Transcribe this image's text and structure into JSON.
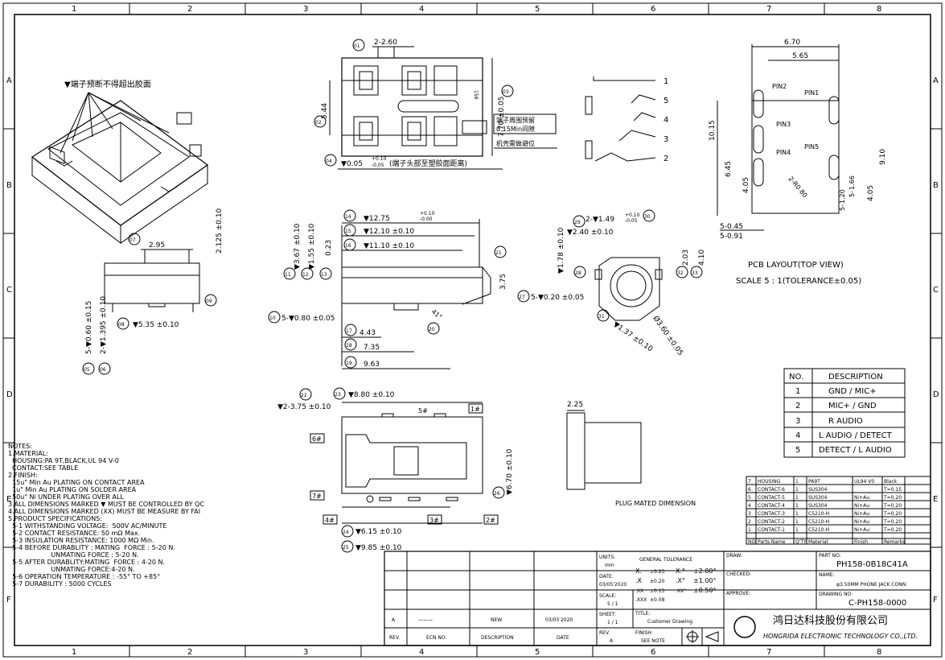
{
  "columns": [
    "1",
    "2",
    "3",
    "4",
    "5",
    "6",
    "7",
    "8"
  ],
  "rows": [
    "A",
    "B",
    "C",
    "D",
    "E",
    "F"
  ],
  "iso_note": "▼端子预断不得超出胶面",
  "top_view": {
    "dim_01": "2-2.60",
    "dim_02": "5.44",
    "dim_03": "7.70 ±0.05",
    "dim_04_prefix": "▼0.05",
    "dim_04_tol_plus": "+0.10",
    "dim_04_tol_minus": "-0.05",
    "dim_04_note": "(端子头部至塑胶面距离)",
    "note_gap_1": "端子周围预留",
    "note_gap_2": "0.15Min间隙",
    "note_shell": "机壳需做避位",
    "mark": "158",
    "b01": "01",
    "b02": "02",
    "b03": "03",
    "b04": "04"
  },
  "schematic": {
    "pins": [
      "1",
      "5",
      "4",
      "3",
      "2"
    ]
  },
  "pcb_layout": {
    "w1": "6.70",
    "w2": "5.65",
    "h1": "10.15",
    "h2": "6.45",
    "h3": "4.05",
    "r_h1": "9.10",
    "r_h2": "4.05",
    "r_h3": "1.66",
    "r_h4": "1.20",
    "r_h4_prefix": "5-",
    "r_h3_prefix": "5-",
    "radius": "2-R0.80",
    "b1": "5-0.45",
    "b2": "5-0.91",
    "pins": [
      "PIN1",
      "PIN2",
      "PIN3",
      "PIN4",
      "PIN5"
    ],
    "title": "PCB LAYOUT(TOP VIEW)",
    "scale": "SCALE 5 : 1(TOLERANCE±0.05)"
  },
  "front_view": {
    "d07": "2.95",
    "d09": "2.125 ±0.10",
    "d08": "▼5.35 ±0.10",
    "d05": "5-▼0.60 ±0.15",
    "d06": "2-▼1.395 ±0.10",
    "b05": "05",
    "b06": "06",
    "b07": "07",
    "b08": "08",
    "b09": "09"
  },
  "side_view": {
    "d14": "▼12.75",
    "d14_tp": "+0.10",
    "d14_tm": "-0.00",
    "d15": "▼12.10 ±0.10",
    "d16": "▼11.10 ±0.10",
    "d11": "▼3.67 ±0.10",
    "d12": "▼1.55 ±0.10",
    "d13": "0.23",
    "d21": "3.75",
    "d10": "5-▼0.80 ±0.05",
    "d17": "4.43",
    "d18": "7.35",
    "d19": "9.63",
    "d20": "41°",
    "b10": "10",
    "b11": "11",
    "b12": "12",
    "b13": "13",
    "b14": "14",
    "b15": "15",
    "b16": "16",
    "b17": "17",
    "b18": "18",
    "b19": "19",
    "b20": "20",
    "b21": "21"
  },
  "end_view": {
    "d30": "2-▼1.49",
    "d30_tp": "+0.10",
    "d30_tm": "-0.05",
    "d29": "▼2.40 ±0.10",
    "d28": "▼1.78 ±0.10",
    "d32": "2.03",
    "d33": "4.10",
    "d27": "5-▼0.20 ±0.05",
    "d31": "▼1.37 ±0.10",
    "dia": "Ø3.60 ±0.05",
    "b27": "27",
    "b28": "28",
    "b29": "29",
    "b30": "30",
    "b31": "31",
    "b32": "32",
    "b33": "33"
  },
  "bottom_view": {
    "d23": "▼8.80 ±0.10",
    "d22": "▼2-3.75 ±0.10",
    "d26": "▼6.70 ±0.10",
    "d24": "▼6.15 ±0.10",
    "d25": "▼9.85 ±0.10",
    "d5": "5#",
    "labels": [
      "1#",
      "2#",
      "3#",
      "4#",
      "6#",
      "7#"
    ],
    "b22": "22",
    "b23": "23",
    "b24": "24",
    "b25": "25",
    "b26": "26"
  },
  "plug": {
    "dim": "2.25",
    "caption": "PLUG MATED DIMENSION"
  },
  "pin_table": {
    "headers": [
      "NO.",
      "DESCRIPTION"
    ],
    "rows": [
      [
        "1",
        "GND / MIC+"
      ],
      [
        "2",
        "MIC+ / GND"
      ],
      [
        "3",
        "R AUDIO"
      ],
      [
        "4",
        "L AUDIO / DETECT"
      ],
      [
        "5",
        "DETECT / L AUDIO"
      ]
    ]
  },
  "notes": [
    "NOTES:",
    "1.MATERIAL:",
    "  HOUSING:PA 9T,BLACK,UL 94 V-0",
    "  CONTACT:SEE TABLE",
    "2.FINISH:",
    "  15u\" Min Au PLATING ON CONTACT AREA",
    "  1u\" Min Au PLATING ON SOLDER AREA",
    "  50u\" Ni UNDER PLATING OVER ALL",
    "3.ALL DIMENSIONS MARKED ▼ MUST BE CONTROLLED BY QC",
    "4.ALL DIMENSIONS MARKED (XX) MUST BE MEASURE BY FAI",
    "5.PRODUCT SPECIFICATIONS:",
    "  5-1 WITHSTANDING VOLTAGE:  500V AC/MINUTE",
    "  5-2 CONTACT RESISTANCE: 50 mΩ Max.",
    "  5-3 INSULATION RESISTANCE: 1000 MΩ Min.",
    "  5-4 BEFORE DURABLITY : MATING  FORCE : 5-20 N.",
    "                     UNMATING FORCE : 5-20 N.",
    "  5-5 AFTER DURABLITY:MATING  FORCE : 4-20 N.",
    "                     UNMATING FORCE:4-20 N.",
    "  5-6 OPERATION TEMPERATURE : -55° TO +85°",
    "  5-7 DURABILITY : 5000 CYCLES"
  ],
  "bom": {
    "headers": [
      "NO.",
      "Parts Name",
      "Q'TY",
      "Material",
      "Finish",
      "Remarks"
    ],
    "rows": [
      [
        "7",
        "HOUSING",
        "1",
        "PA9T",
        "UL94 V0",
        "Black"
      ],
      [
        "6",
        "CONTACT-6",
        "1",
        "SUS304",
        "",
        "T=0.15"
      ],
      [
        "5",
        "CONTACT-5",
        "1",
        "SUS304",
        "Ni+Au",
        "T=0.20"
      ],
      [
        "4",
        "CONTACT-4",
        "1",
        "SUS304",
        "Ni+Au",
        "T=0.20"
      ],
      [
        "3",
        "CONTACT-3",
        "1",
        "C5210-H",
        "Ni+Au",
        "T=0.20"
      ],
      [
        "2",
        "CONTACT-2",
        "1",
        "C5210-H",
        "Ni+Au",
        "T=0.20"
      ],
      [
        "1",
        "CONTACT-1",
        "1",
        "C5210-H",
        "Ni+Au",
        "T=0.20"
      ]
    ]
  },
  "revision": {
    "rev": "A",
    "ecn": "———",
    "desc": "NEW",
    "date": "03/05'2020",
    "h_rev": "REV.",
    "h_ecn": "ECN NO.",
    "h_desc": "DESCRIPTION",
    "h_date": "DATE"
  },
  "title_block": {
    "units_label": "UNITS:",
    "units": "mm",
    "date_label": "DATE:",
    "date": "03/05'2020",
    "scale_label": "SCALE:",
    "scale": "5 / 1",
    "sheet_label": "SHEET:",
    "sheet": "1 / 1",
    "rev_label": "REV.",
    "rev": "A",
    "gt_label": "GENERAL TOLERANCE",
    "tol": [
      [
        "X.",
        "±0.25",
        "X.°",
        "±2.00°"
      ],
      [
        ".X",
        "±0.20",
        ".X°",
        "±1.00°"
      ],
      [
        ".XX",
        "±0.15",
        ".XX°",
        "±0.50°"
      ],
      [
        ".XXX",
        "±0.08",
        "",
        ""
      ]
    ],
    "title_label": "TITLE:",
    "title": "Customer Drawing",
    "finish_label": "FINISH:",
    "finish": "SEE NOTE",
    "draw": "DRAW:",
    "checked": "CHECKED:",
    "approve": "APPROVE:",
    "partno_label": "PART NO:",
    "partno": "PH158-0B18C41A",
    "name_label": "NAME:",
    "name": "φ3.50MM PHONE JACK CONN.",
    "drawno_label": "DRAWING NO:",
    "drawno": "C-PH158-0000",
    "company_cn": "鸿日达科技股份有限公司",
    "company_en": "HONGRIDA ELECTRONIC TECHNOLOGY CO.,LTD."
  }
}
